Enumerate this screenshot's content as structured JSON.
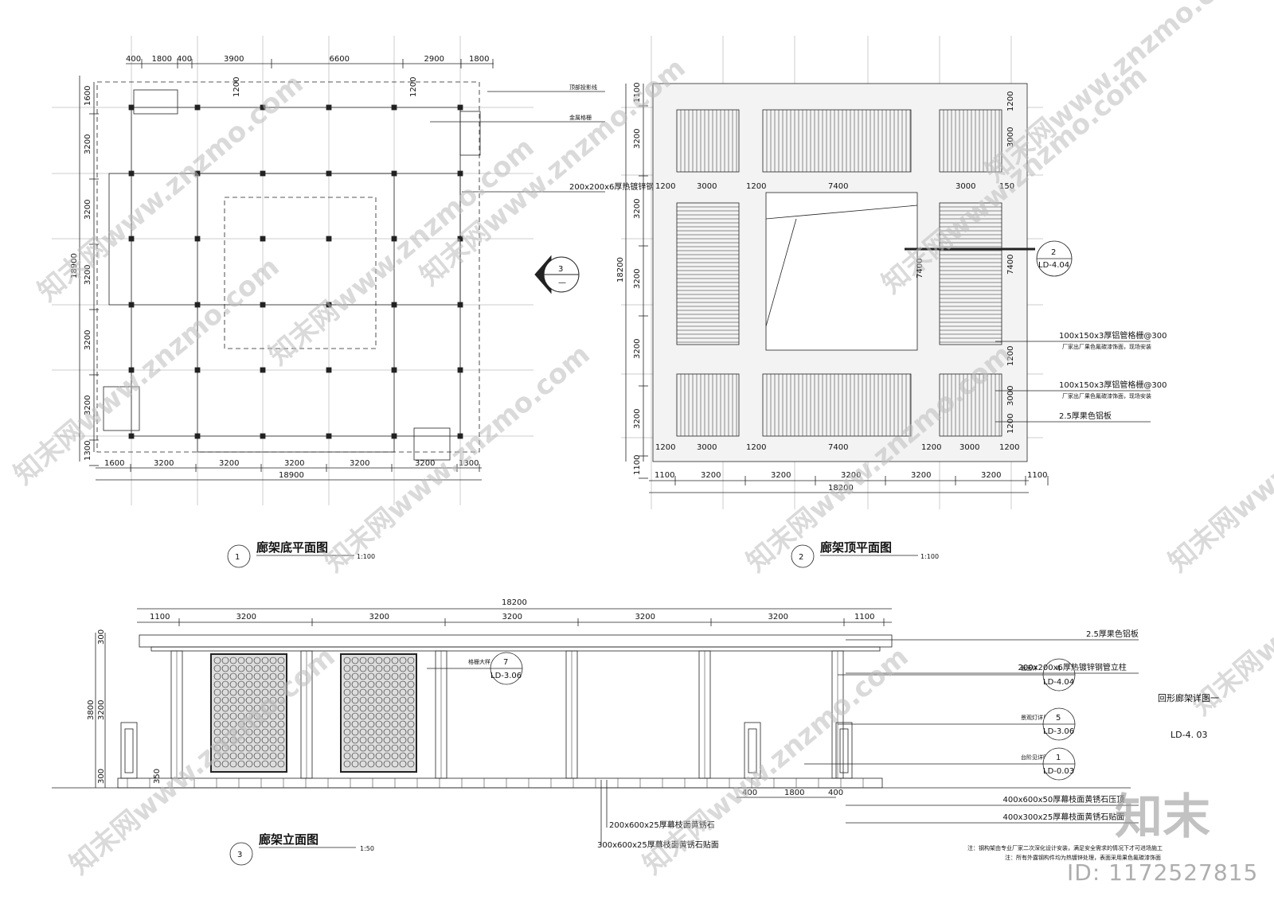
{
  "plan1": {
    "title": "廊架底平面图",
    "number": "1",
    "scale": "1:100",
    "top_dims": [
      "400",
      "1800",
      "400",
      "3900",
      "6600",
      "2900",
      "1800"
    ],
    "left_dims": [
      "1600",
      "3200",
      "3200",
      "3200",
      "3200",
      "3200",
      "1300"
    ],
    "left_total": "18900",
    "bottom_dims": [
      "1600",
      "3200",
      "3200",
      "3200",
      "3200",
      "3200",
      "1300"
    ],
    "bottom_total": "18900",
    "inner_dims": [
      "1200",
      "1200"
    ],
    "notes": [
      "顶部投影线",
      "金属格栅",
      "200x200x6厚热镀锌钢管立柱"
    ]
  },
  "plan2": {
    "title": "廊架顶平面图",
    "number": "2",
    "scale": "1:100",
    "left_dims": [
      "1100",
      "3200",
      "3200",
      "3200",
      "3200",
      "3200",
      "1100"
    ],
    "left_total": "18200",
    "bottom_dims": [
      "1100",
      "3200",
      "3200",
      "3200",
      "3200",
      "3200",
      "1100"
    ],
    "bottom_total": "18200",
    "inner_top": [
      "1200",
      "3000",
      "1200",
      "7400",
      "3000",
      "150"
    ],
    "inner_bottom": [
      "1200",
      "3000",
      "1200",
      "7400",
      "1200",
      "3000",
      "1200"
    ],
    "inner_right": [
      "1200",
      "3000",
      "7400",
      "1200",
      "3000",
      "1200"
    ],
    "inner_vert": "7400",
    "section_ref": {
      "num": "2",
      "sheet": "LD-4.04"
    },
    "notes": [
      {
        "main": "100x150x3厚铝管格栅@300",
        "sub": "厂家出厂果色氟碳漆饰面，现场安装"
      },
      {
        "main": "100x150x3厚铝管格栅@300",
        "sub": "厂家出厂果色氟碳漆饰面，现场安装"
      },
      {
        "main": "2.5厚果色铝板",
        "sub": ""
      }
    ]
  },
  "section_marker": {
    "num": "3",
    "sheet": "—"
  },
  "elev": {
    "title": "廊架立面图",
    "number": "3",
    "scale": "1:50",
    "top_total": "18200",
    "top_dims": [
      "1100",
      "3200",
      "3200",
      "3200",
      "3200",
      "3200",
      "1100"
    ],
    "left_dims": [
      "300",
      "3200",
      "300"
    ],
    "left_total": "3800",
    "base_dim": "350",
    "bottom_dims": [
      "400",
      "1800",
      "400"
    ],
    "refs": [
      {
        "label": "格栅大样",
        "num": "7",
        "sheet": "LD-3.06"
      },
      {
        "label": "截面详",
        "num": "4",
        "sheet": "LD-4.04"
      },
      {
        "label": "景观灯详见",
        "num": "5",
        "sheet": "LD-3.06"
      },
      {
        "label": "台阶见详图",
        "num": "1",
        "sheet": "LD-0.03"
      }
    ],
    "notes_right": [
      "2.5厚果色铝板",
      "200x200x6厚热镀锌钢管立柱",
      "400x600x50厚幕枝面黄锈石压顶",
      "400x300x25厚幕枝面黄锈石贴面"
    ],
    "notes_bottom": [
      "200x600x25厚幕枝面黄锈石",
      "300x600x25厚幕枝面黄锈石贴面"
    ],
    "footnotes": [
      "注：钢构架由专业厂家二次深化设计安装，满足安全需求的情况下才可进场施工",
      "注：所有外露钢构件均为热镀锌处理，表面采用果色氟碳漆饰面"
    ]
  },
  "sheet": {
    "title": "回形廊架详图一",
    "code": "LD-4. 03"
  },
  "watermark": {
    "text": "知末网www.znzmo.com",
    "brand": "知末",
    "id": "ID: 1172527815"
  }
}
